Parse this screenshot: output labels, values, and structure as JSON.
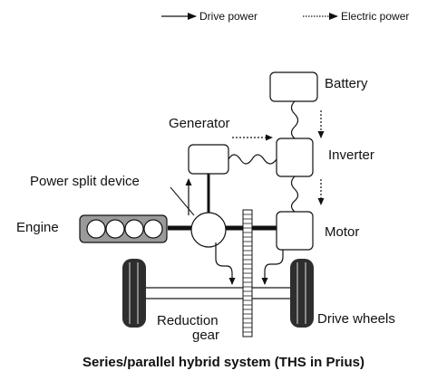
{
  "legend": {
    "drive_power": "Drive power",
    "electric_power": "Electric power"
  },
  "labels": {
    "battery": "Battery",
    "generator": "Generator",
    "inverter": "Inverter",
    "power_split_device": "Power split device",
    "engine": "Engine",
    "motor": "Motor",
    "reduction_gear_line1": "Reduction",
    "reduction_gear_line2": "gear",
    "drive_wheels": "Drive wheels"
  },
  "caption": "Series/parallel hybrid system (THS in Prius)",
  "colors": {
    "line": "#111111",
    "engine_fill": "#9a9a9a",
    "wheel_fill": "#2e2e2e",
    "box_fill": "#ffffff"
  }
}
